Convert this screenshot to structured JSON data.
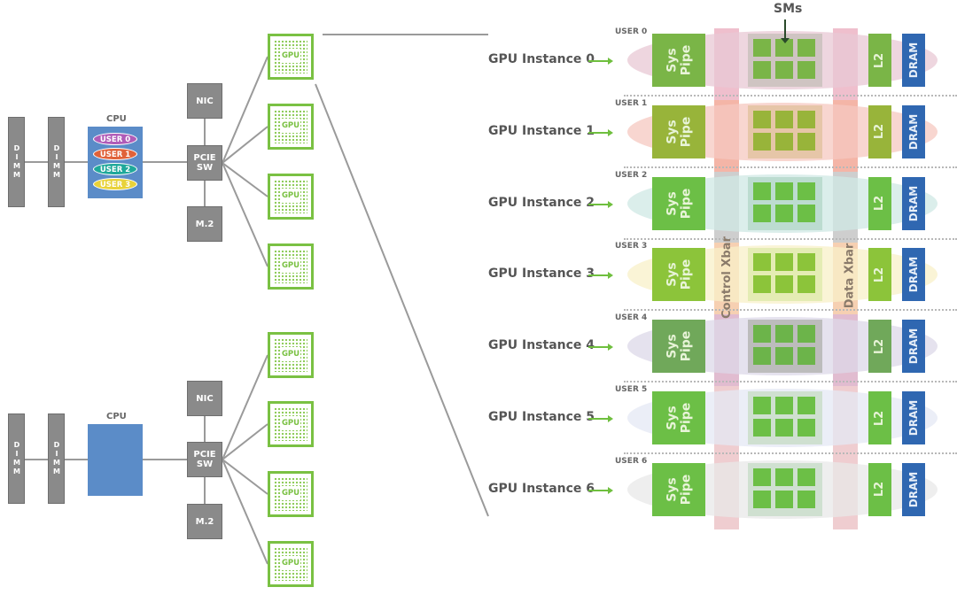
{
  "systems": [
    {
      "name": "with_mig",
      "dimm_label": "DIMM",
      "cpu_label": "CPU",
      "cpu_users": [
        {
          "label": "USER 0",
          "color": "#b05cb8"
        },
        {
          "label": "USER 1",
          "color": "#e0623a"
        },
        {
          "label": "USER 2",
          "color": "#1fa89a"
        },
        {
          "label": "USER 3",
          "color": "#e8d23a"
        }
      ],
      "nic_label": "NIC",
      "pcie_label": "PCIE\nSW",
      "m2_label": "M.2",
      "gpu_label": "GPU",
      "gpu_count": 4
    },
    {
      "name": "without_mig",
      "dimm_label": "DIMM",
      "cpu_label": "CPU",
      "cpu_color": "#5b8cc8",
      "nic_label": "NIC",
      "pcie_label": "PCIE\nSW",
      "m2_label": "M.2",
      "gpu_label": "GPU",
      "gpu_count": 4
    }
  ],
  "mig": {
    "sms_label": "SMs",
    "control_xbar_label": "Control Xbar",
    "data_xbar_label": "Data Xbar",
    "syspipe_label": "Sys Pipe",
    "l2_label": "L2",
    "dram_label": "DRAM",
    "instances": [
      {
        "label": "GPU Instance 0",
        "user": "USER 0",
        "tint": "#e8c8d4",
        "sm_color": "#7ab547",
        "sm_bg": "#cfc4c2",
        "sys_color": "#7ab547",
        "xbar": "#ecb4c4"
      },
      {
        "label": "GPU Instance 1",
        "user": "USER 1",
        "tint": "#f6c8c0",
        "sm_color": "#98b43a",
        "sm_bg": "#e6c6a8",
        "sys_color": "#98b43a",
        "xbar": "#f2a898"
      },
      {
        "label": "GPU Instance 2",
        "user": "USER 2",
        "tint": "#cfe8e4",
        "sm_color": "#6cbf46",
        "sm_bg": "#bcdcd0",
        "sys_color": "#6cbf46",
        "xbar": "#c6c6c6"
      },
      {
        "label": "GPU Instance 3",
        "user": "USER 3",
        "tint": "#f8f0c8",
        "sm_color": "#8cc43a",
        "sm_bg": "#e4ecb4",
        "sys_color": "#8cc43a",
        "xbar": "#f4c8a4"
      },
      {
        "label": "GPU Instance 4",
        "user": "USER 4",
        "tint": "#dcd8e8",
        "sm_color": "#6cb44a",
        "sm_bg": "#bcbcbc",
        "sys_color": "#70a85a",
        "xbar": "#dcb0c8"
      },
      {
        "label": "GPU Instance 5",
        "user": "USER 5",
        "tint": "#e4e8f4",
        "sm_color": "#6cbf46",
        "sm_bg": "#cfe0d0",
        "sys_color": "#6cbf46",
        "xbar": "#ecc4c8"
      },
      {
        "label": "GPU Instance 6",
        "user": "USER 6",
        "tint": "#e8e8e8",
        "sm_color": "#6cbf46",
        "sm_bg": "#cfe0d0",
        "sys_color": "#6cbf46",
        "xbar": "#ecc4c8"
      }
    ]
  }
}
